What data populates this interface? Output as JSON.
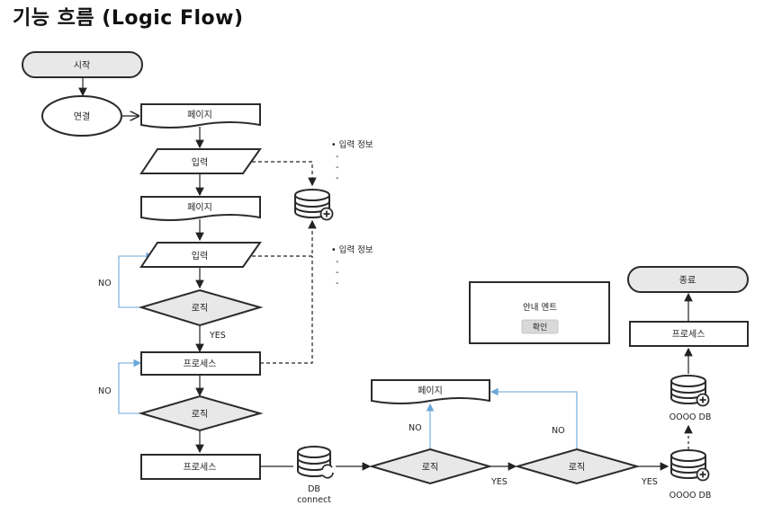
{
  "title": "기능 흐름 (Logic Flow)",
  "nodes": {
    "start": "시작",
    "connect": "연결",
    "page1": "페이지",
    "input1": "입력",
    "page2": "페이지",
    "input2": "입력",
    "logic1": "로직",
    "process1": "프로세스",
    "logic2": "로직",
    "process2": "프로세스",
    "db_connect_line1": "DB",
    "db_connect_line2": "connect",
    "logic3": "로직",
    "logic4": "로직",
    "page3": "페이지",
    "db_a": "OOOO DB",
    "db_b": "OOOO DB",
    "process3": "프로세스",
    "end": "종료"
  },
  "notes": {
    "input_info_1": {
      "title": "• 입력 정보",
      "lines": [
        "-",
        "-",
        "-"
      ]
    },
    "input_info_2": {
      "title": "• 입력 정보",
      "lines": [
        "-",
        "-",
        "-"
      ]
    }
  },
  "edges": {
    "no": "NO",
    "yes": "YES"
  },
  "dialog": {
    "message": "안내 멘트",
    "confirm_label": "확인"
  },
  "colors": {
    "shape_fill": "#e8e8e8",
    "shape_stroke": "#2b2b2b",
    "feedback_arrow": "#6aa6d8"
  }
}
